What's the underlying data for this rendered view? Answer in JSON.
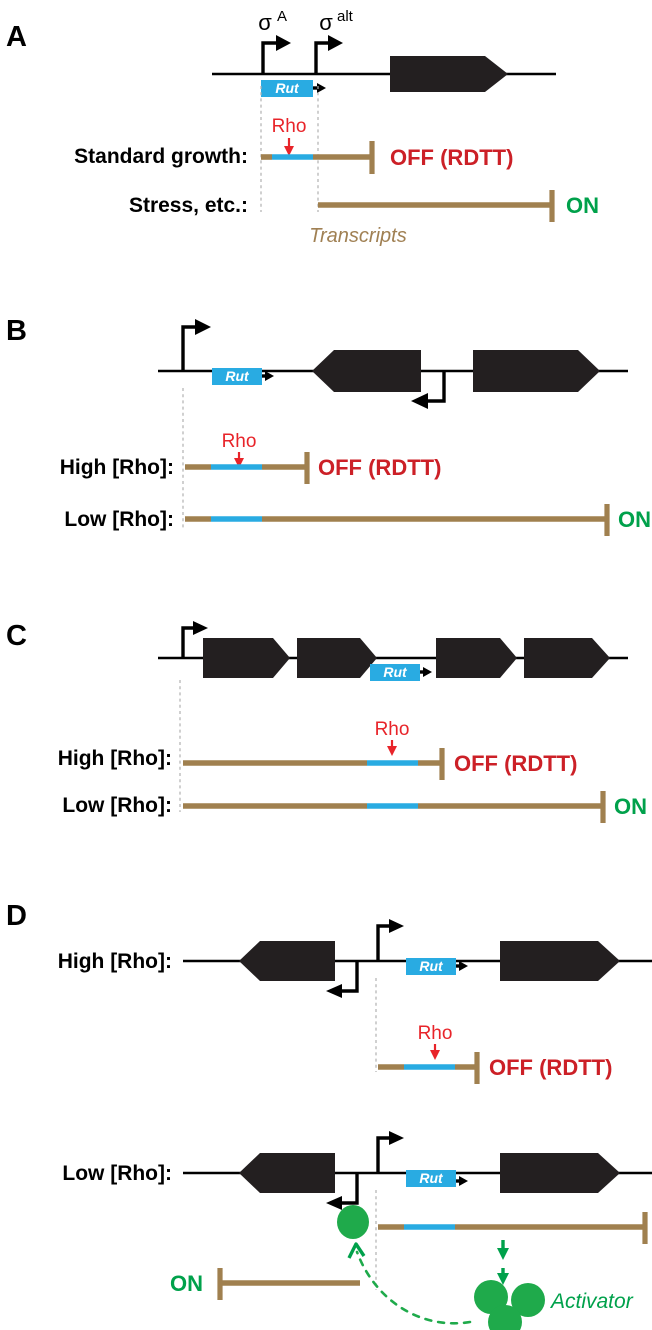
{
  "figure": {
    "title": "Rho-dependent transcription termination regulatory architectures",
    "panels": [
      "A",
      "B",
      "C",
      "D"
    ],
    "colors": {
      "gene": "#231f20",
      "rut": "#29abe2",
      "transcript": "#a0804f",
      "off": "#cc2027",
      "on": "#00a14b",
      "rho": "#e8242a",
      "activator": "#1faa4b",
      "guide": "#b0b0b0"
    },
    "shared_labels": {
      "rut": "Rut",
      "rho": "Rho",
      "off": "OFF (RDTT)",
      "on": "ON"
    }
  },
  "panelA": {
    "letter": "A",
    "promoters": [
      {
        "name": "sigma-A",
        "symbol": "σ",
        "superscript": "A"
      },
      {
        "name": "sigma-alt",
        "symbol": "σ",
        "superscript": "alt"
      }
    ],
    "rut_label": "Rut",
    "rows": [
      {
        "label": "Standard growth:",
        "rho_label": "Rho",
        "outcome": "OFF (RDTT)",
        "outcome_state": "off"
      },
      {
        "label": "Stress, etc.:",
        "rho_label": "",
        "outcome": "ON",
        "outcome_state": "on"
      }
    ],
    "transcripts_caption": "Transcripts",
    "genes": [
      {
        "direction": "right"
      }
    ]
  },
  "panelB": {
    "letter": "B",
    "rut_label": "Rut",
    "genes": [
      {
        "direction": "left"
      },
      {
        "direction": "right"
      }
    ],
    "promoters": [
      "forward",
      "reverse"
    ],
    "rows": [
      {
        "label": "High [Rho]:",
        "rho_label": "Rho",
        "outcome": "OFF (RDTT)",
        "outcome_state": "off"
      },
      {
        "label": "Low [Rho]:",
        "rho_label": "",
        "outcome": "ON",
        "outcome_state": "on"
      }
    ]
  },
  "panelC": {
    "letter": "C",
    "rut_label": "Rut",
    "genes": [
      {
        "direction": "right"
      },
      {
        "direction": "right"
      },
      {
        "direction": "right"
      },
      {
        "direction": "right"
      }
    ],
    "promoters": [
      "forward"
    ],
    "rows": [
      {
        "label": "High [Rho]:",
        "rho_label": "Rho",
        "outcome": "OFF (RDTT)",
        "outcome_state": "off"
      },
      {
        "label": "Low [Rho]:",
        "rho_label": "",
        "outcome": "ON",
        "outcome_state": "on"
      }
    ]
  },
  "panelD": {
    "letter": "D",
    "rut_label": "Rut",
    "rows": [
      {
        "label": "High [Rho]:",
        "rho_label": "Rho",
        "outcome": "OFF (RDTT)",
        "outcome_state": "off"
      },
      {
        "label": "Low [Rho]:",
        "rho_label": "",
        "outcome": "ON",
        "outcome_state": "on"
      }
    ],
    "genes": [
      {
        "direction": "left"
      },
      {
        "direction": "right"
      }
    ],
    "promoters": [
      "forward",
      "reverse"
    ],
    "activator_label": "Activator",
    "activator_circles": 3
  }
}
